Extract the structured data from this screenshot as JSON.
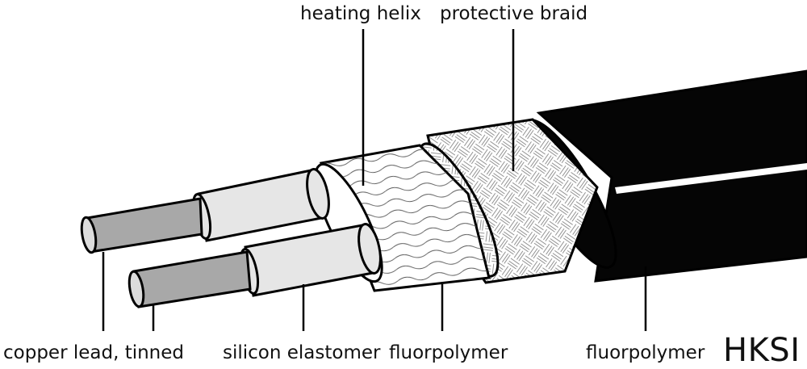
{
  "labels": {
    "heating_helix": "heating helix",
    "protective_braid": "protective braid",
    "copper_lead": "copper lead, tinned",
    "silicon_elastomer": "silicon elastomer",
    "fluorpolymer_inner": "fluorpolymer",
    "fluorpolymer_outer": "fluorpolymer"
  },
  "product_code": "HKSI",
  "colors": {
    "outline": "#000000",
    "copper": "#a8a8a8",
    "copper_end": "#dcdcdc",
    "insulation": "#e6e6e6",
    "layer_white": "#ffffff",
    "jacket": "#050505",
    "stripe": "#ffffff"
  }
}
